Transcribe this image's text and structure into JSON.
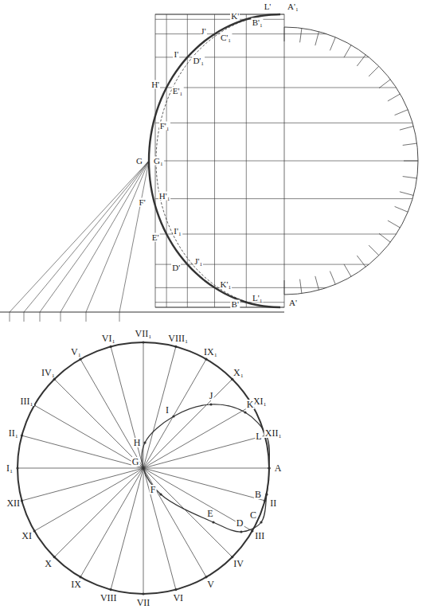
{
  "diagram": {
    "labels": [
      "A",
      "II",
      "III",
      "IV",
      "V",
      "VI",
      "VII",
      "VIII",
      "IX",
      "X",
      "XI",
      "XII",
      "I₁",
      "II₁",
      "III₁",
      "IV₁",
      "V₁",
      "VI₁",
      "VII₁",
      "VIII₁",
      "IX₁",
      "X₁",
      "XI₁",
      "XII₁",
      "B",
      "C",
      "D",
      "E",
      "F",
      "G",
      "H",
      "I",
      "J",
      "K",
      "L",
      "L'",
      "K'",
      "J'",
      "I'",
      "H'",
      "A'₁",
      "B'₁",
      "C'₁",
      "D'₁",
      "E'₁",
      "F'₁",
      "G",
      "G₁",
      "H'₁",
      "I'₁",
      "J'₁",
      "K'₁",
      "L'₁",
      "F'",
      "E'",
      "D'",
      "B'",
      "A'"
    ]
  }
}
